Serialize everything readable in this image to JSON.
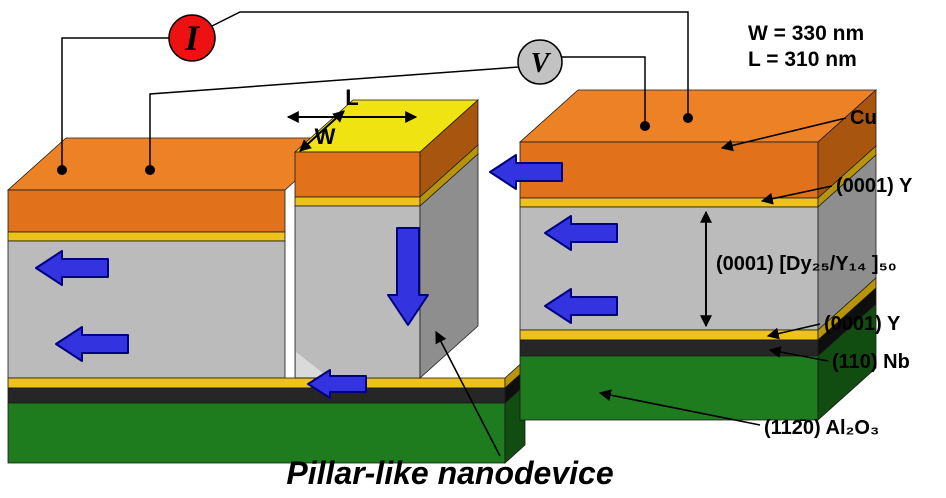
{
  "meters": {
    "current_label": "I",
    "voltage_label": "V"
  },
  "dimensions": {
    "width_note": "W = 330 nm",
    "length_note": "L = 310 nm",
    "width_short": "W",
    "length_short": "L"
  },
  "layer_labels": {
    "cu": "Cu",
    "y_top": "(0001) Y",
    "multilayer": "(0001) [Dy₂₅/Y₁₄ ]₅₀",
    "y_bottom": "(0001) Y",
    "nb": "(110) Nb",
    "substrate": "(112̄0) Al₂O₃"
  },
  "caption": "Pillar-like nanodevice",
  "colors": {
    "cu": "#E2711B",
    "cu_light": "#EC8126",
    "cu_dark": "#A85510",
    "y_layer": "#EEC11B",
    "y_layer_dark": "#B8940A",
    "multilayer_gray": "#BBBBBB",
    "multilayer_gray_dark": "#8E8E8E",
    "multilayer_gray_light": "#DADADA",
    "nb_black": "#262626",
    "nb_black_dark": "#0E0E0E",
    "substrate_green": "#1E7B1E",
    "substrate_green_dark": "#114D11",
    "device_top_yellow": "#F0E312",
    "arrow_blue": "#3333E0",
    "arrow_blue_outline": "#000080",
    "meter_red": "#EE1111",
    "meter_gray": "#C2C2C2"
  }
}
